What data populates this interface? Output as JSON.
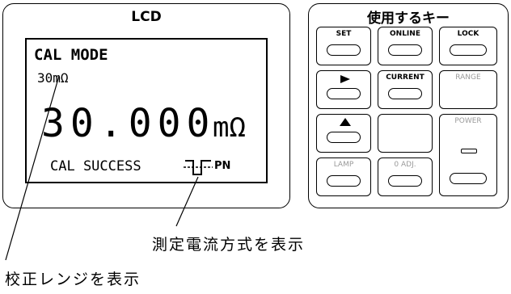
{
  "lcd_panel": {
    "title": "LCD",
    "mode_line": "CAL MODE",
    "range_line": "30mΩ",
    "value": "30.000",
    "unit": "mΩ",
    "status": "CAL SUCCESS",
    "pn_label": "PN",
    "signal_icon": "pulse-waveform-icon"
  },
  "key_panel": {
    "title": "使用するキー",
    "keys": [
      {
        "label": "SET",
        "dim": false
      },
      {
        "label": "ONLINE",
        "dim": false
      },
      {
        "label": "LOCK",
        "dim": false
      },
      {
        "label": "",
        "icon": "right-arrow-icon",
        "dim": false
      },
      {
        "label": "CURRENT",
        "dim": false
      },
      {
        "label": "RANGE",
        "dim": true
      },
      {
        "label": "",
        "icon": "up-arrow-icon",
        "dim": false
      },
      {
        "label": "",
        "dim": false,
        "blank": true
      },
      {
        "label": "POWER",
        "dim": true
      },
      {
        "label": "LAMP",
        "dim": true
      },
      {
        "label": "0 ADJ.",
        "dim": true
      }
    ]
  },
  "annotations": {
    "current_method": "測定電流方式を表示",
    "range_display": "校正レンジを表示"
  },
  "colors": {
    "line": "#000000",
    "dim_key_text": "#9a9a9a"
  }
}
